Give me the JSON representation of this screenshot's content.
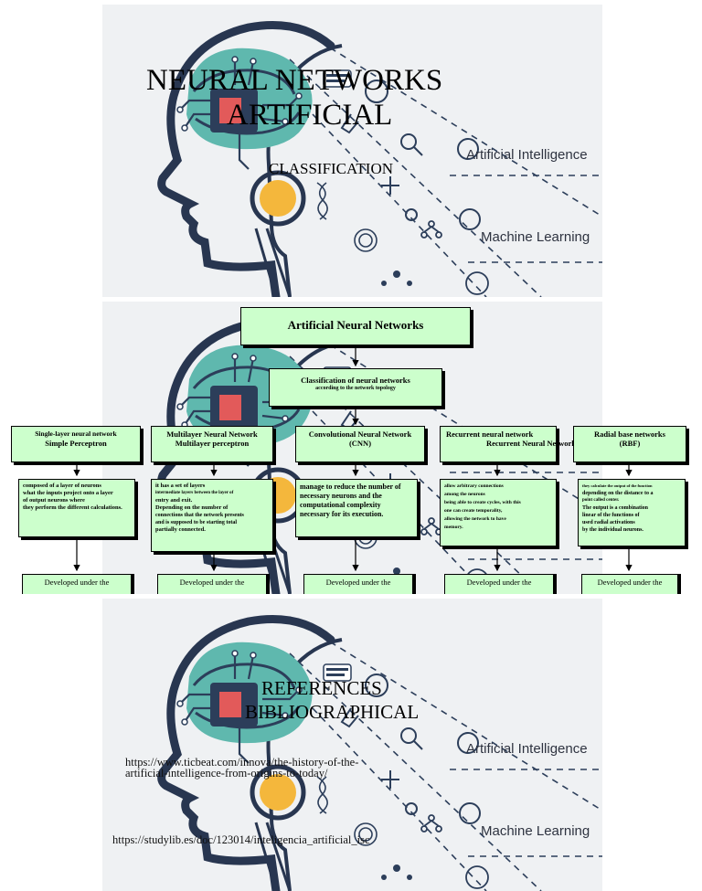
{
  "slide1": {
    "title_line1": "NEURAL NETWORKS",
    "title_line2": "ARTIFICIAL",
    "subtitle": "CLASSIFICATION",
    "bg_label_ai": "Artificial Intelligence",
    "bg_label_ml": "Machine Learning"
  },
  "slide2": {
    "root": "Artificial Neural Networks",
    "classification_title": "Classification of neural networks",
    "classification_sub": "according to the network topology",
    "columns": [
      {
        "header_line1": "Single-layer neural network",
        "header_line2": "Simple Perceptron",
        "desc_lines": [
          "composed of a layer of neurons",
          "what the inputs project onto a layer",
          "of output neurons where",
          "they perform the different calculations."
        ],
        "developed": "Developed under the"
      },
      {
        "header_line1": "Multilayer Neural Network",
        "header_line2": "Multilayer perceptron",
        "desc_lines": [
          "it has a set of layers",
          "intermediate layers between the layer of",
          "entry and exit.",
          "Depending on the number of",
          "connections that the network presents",
          "and is supposed to be starting total",
          "partially connected."
        ],
        "developed": "Developed under the"
      },
      {
        "header_line1": "Convolutional Neural Network",
        "header_line2": "(CNN)",
        "desc_lines": [
          "manage to reduce the number of",
          "necessary neurons and the",
          "computational complexity",
          "necessary for its execution."
        ],
        "developed": "Developed under the"
      },
      {
        "header_line1": "Recurrent neural network",
        "header_line2": "Recurrent Neural Network",
        "desc_lines": [
          "allow arbitrary connections",
          "among the neurons",
          "being able to create cycles, with this",
          "one can create temporality,",
          "allowing the network to have",
          "memory."
        ],
        "developed": "Developed under the"
      },
      {
        "header_line1": "Radial base networks",
        "header_line2": "(RBF)",
        "desc_lines": [
          "they calculate the output of the function",
          "depending on the distance to a",
          "point called center.",
          "The output is a combination",
          "linear of the functions of",
          "used radial activations",
          "by the individual neurons."
        ],
        "developed": "Developed under the"
      }
    ]
  },
  "slide3": {
    "title_line1": "REFERENCES",
    "title_line2": "BIBLIOGRAPHICAL",
    "ref1_line1": "https://www.ticbeat.com/innova/the-history-of-the-",
    "ref1_line2": "artificial-intelligence-from-origins-to-today/",
    "ref2": "https://studylib.es/doc/123014/inteligencia_artificial_isc",
    "bg_label_ai": "Artificial Intelligence",
    "bg_label_ml": "Machine Learning"
  }
}
